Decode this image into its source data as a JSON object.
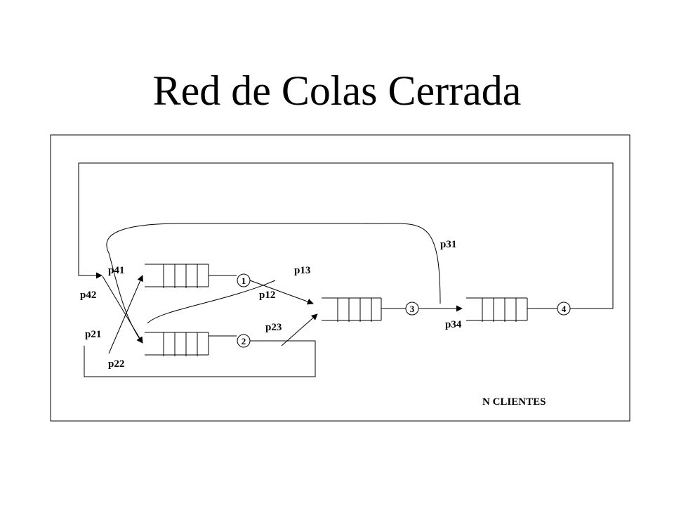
{
  "title": "Red de Colas Cerrada",
  "stations": [
    {
      "id": "1",
      "label": "1"
    },
    {
      "id": "2",
      "label": "2"
    },
    {
      "id": "3",
      "label": "3"
    },
    {
      "id": "4",
      "label": "4"
    }
  ],
  "probabilities": {
    "p41": "p41",
    "p42": "p42",
    "p13": "p13",
    "p12": "p12",
    "p21": "p21",
    "p22": "p22",
    "p23": "p23",
    "p31": "p31",
    "p34": "p34"
  },
  "population_label": "N CLIENTES",
  "colors": {
    "stroke": "#000000",
    "background": "#ffffff"
  }
}
